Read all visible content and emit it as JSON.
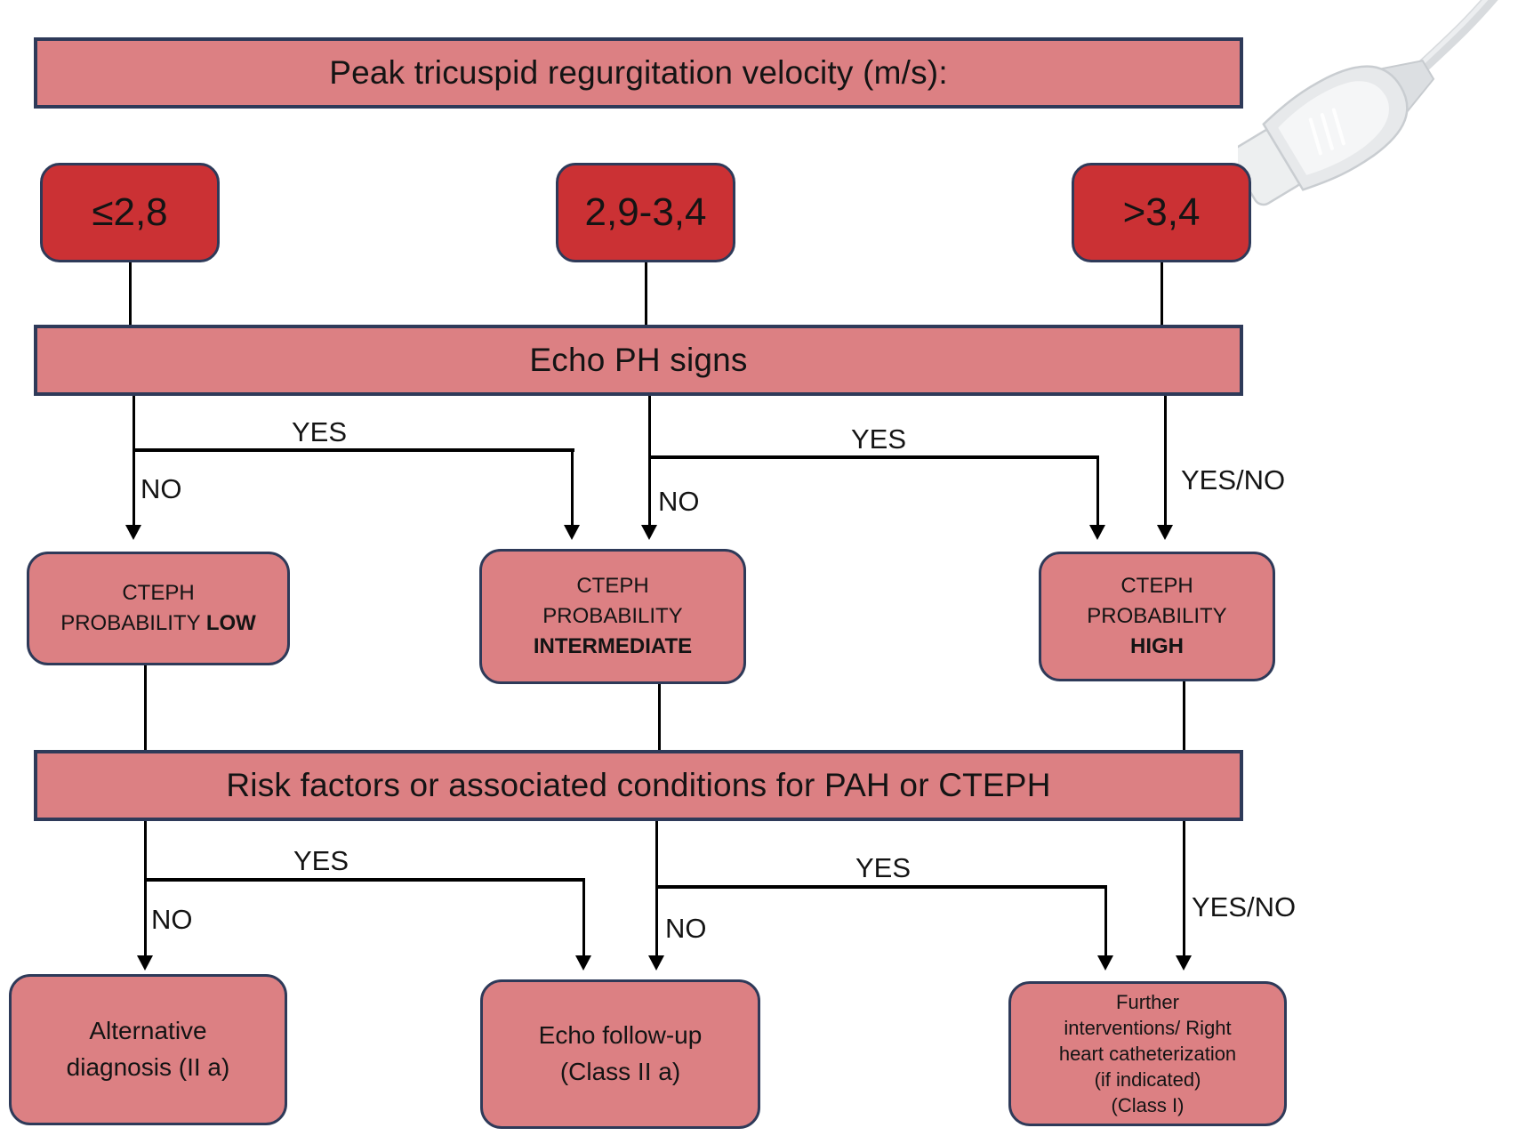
{
  "colors": {
    "background": "#FFFFFF",
    "bar_fill": "#DC8083",
    "value_fill": "#CB3134",
    "box_border": "#2E3A59",
    "line": "#000000",
    "text": "#141414"
  },
  "header": {
    "title": "Peak tricuspid regurgitation velocity (m/s):"
  },
  "velocity_boxes": [
    {
      "label": "≤2,8"
    },
    {
      "label": "2,9-3,4"
    },
    {
      "label": ">3,4"
    }
  ],
  "echo_bar": {
    "label": "Echo PH signs"
  },
  "echo_branch": {
    "yes_left": "YES",
    "no_left": "NO",
    "yes_mid": "YES",
    "no_mid": "NO",
    "yes_no_right": "YES/NO"
  },
  "probability_boxes": [
    {
      "line1": "CTEPH",
      "line2": "PROBABILITY",
      "emphasis": "LOW"
    },
    {
      "line1": "CTEPH",
      "line2": "PROBABILITY",
      "emphasis": "INTERMEDIATE"
    },
    {
      "line1": "CTEPH",
      "line2": "PROBABILITY",
      "emphasis": "HIGH"
    }
  ],
  "risk_bar": {
    "label": "Risk factors or associated conditions for PAH or CTEPH"
  },
  "risk_branch": {
    "yes_left": "YES",
    "no_left": "NO",
    "yes_mid": "YES",
    "no_mid": "NO",
    "yes_no_right": "YES/NO"
  },
  "outcome_boxes": [
    {
      "lines": [
        "Alternative",
        "diagnosis (II a)"
      ]
    },
    {
      "lines": [
        "Echo follow-up",
        "(Class II a)"
      ]
    },
    {
      "lines": [
        "Further",
        "interventions/ Right",
        "heart catheterization",
        "(if indicated)",
        "(Class I)"
      ]
    }
  ],
  "icons": {
    "probe": "ultrasound-probe"
  }
}
